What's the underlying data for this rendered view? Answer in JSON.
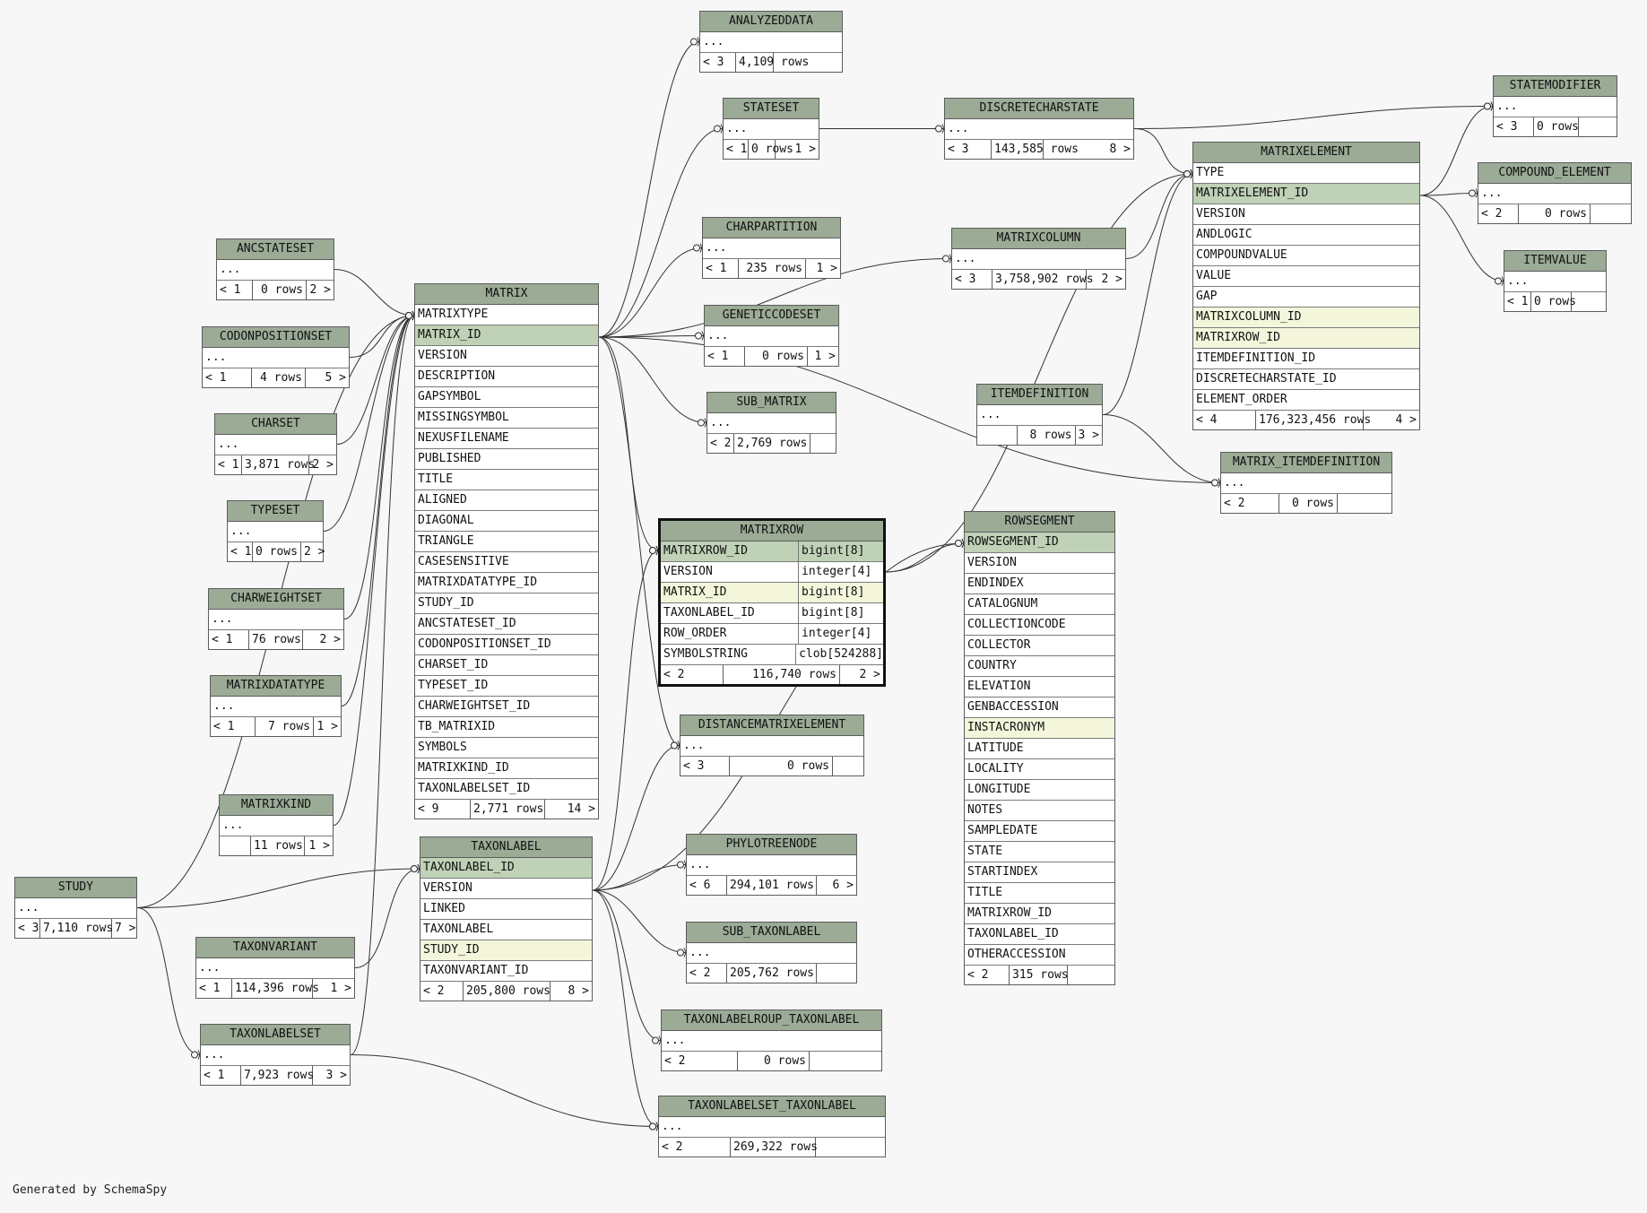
{
  "footer": "Generated by SchemaSpy",
  "colors": {
    "header": "#9bab96",
    "primary_key": "#bfd1b6",
    "foreign_key": "#f4f6dc",
    "edge": "#333333"
  },
  "tables": [
    {
      "id": "analyzeddata",
      "name": "ANALYZEDDATA",
      "ellipsis": "...",
      "parents": "< 3",
      "rows": "4,109 rows",
      "children": ""
    },
    {
      "id": "stateset",
      "name": "STATESET",
      "ellipsis": "...",
      "parents": "< 1",
      "rows": "0 rows",
      "children": "1 >"
    },
    {
      "id": "discretecharstate",
      "name": "DISCRETECHARSTATE",
      "ellipsis": "...",
      "parents": "< 3",
      "rows": "143,585 rows",
      "children": "8 >"
    },
    {
      "id": "statemodifier",
      "name": "STATEMODIFIER",
      "ellipsis": "...",
      "parents": "< 3",
      "rows": "0 rows",
      "children": ""
    },
    {
      "id": "compound_element",
      "name": "COMPOUND_ELEMENT",
      "ellipsis": "...",
      "parents": "< 2",
      "rows": "0 rows",
      "children": ""
    },
    {
      "id": "itemvalue",
      "name": "ITEMVALUE",
      "ellipsis": "...",
      "parents": "< 1",
      "rows": "0 rows",
      "children": ""
    },
    {
      "id": "charpartition",
      "name": "CHARPARTITION",
      "ellipsis": "...",
      "parents": "< 1",
      "rows": "235 rows",
      "children": "1 >"
    },
    {
      "id": "matrixcolumn",
      "name": "MATRIXCOLUMN",
      "ellipsis": "...",
      "parents": "< 3",
      "rows": "3,758,902 rows",
      "children": "2 >"
    },
    {
      "id": "geneticcodeset",
      "name": "GENETICCODESET",
      "ellipsis": "...",
      "parents": "< 1",
      "rows": "0 rows",
      "children": "1 >"
    },
    {
      "id": "sub_matrix",
      "name": "SUB_MATRIX",
      "ellipsis": "...",
      "parents": "< 2",
      "rows": "2,769 rows",
      "children": ""
    },
    {
      "id": "ancstateset",
      "name": "ANCSTATESET",
      "ellipsis": "...",
      "parents": "< 1",
      "rows": "0 rows",
      "children": "2 >"
    },
    {
      "id": "codonpositionset",
      "name": "CODONPOSITIONSET",
      "ellipsis": "...",
      "parents": "< 1",
      "rows": "4 rows",
      "children": "5 >"
    },
    {
      "id": "charset",
      "name": "CHARSET",
      "ellipsis": "...",
      "parents": "< 1",
      "rows": "3,871 rows",
      "children": "2 >"
    },
    {
      "id": "typeset",
      "name": "TYPESET",
      "ellipsis": "...",
      "parents": "< 1",
      "rows": "0 rows",
      "children": "2 >"
    },
    {
      "id": "charweightset",
      "name": "CHARWEIGHTSET",
      "ellipsis": "...",
      "parents": "< 1",
      "rows": "76 rows",
      "children": "2 >"
    },
    {
      "id": "matrixdatatype",
      "name": "MATRIXDATATYPE",
      "ellipsis": "...",
      "parents": "< 1",
      "rows": "7 rows",
      "children": "1 >"
    },
    {
      "id": "matrixkind",
      "name": "MATRIXKIND",
      "ellipsis": "...",
      "parents": "",
      "rows": "11 rows",
      "children": "1 >"
    },
    {
      "id": "study",
      "name": "STUDY",
      "ellipsis": "...",
      "parents": "< 3",
      "rows": "7,110 rows",
      "children": "7 >"
    },
    {
      "id": "taxonvariant",
      "name": "TAXONVARIANT",
      "ellipsis": "...",
      "parents": "< 1",
      "rows": "114,396 rows",
      "children": "1 >"
    },
    {
      "id": "taxonlabelset",
      "name": "TAXONLABELSET",
      "ellipsis": "...",
      "parents": "< 1",
      "rows": "7,923 rows",
      "children": "3 >"
    },
    {
      "id": "itemdefinition",
      "name": "ITEMDEFINITION",
      "ellipsis": "...",
      "parents": "",
      "rows": "8 rows",
      "children": "3 >"
    },
    {
      "id": "matrix_itemdefinition",
      "name": "MATRIX_ITEMDEFINITION",
      "ellipsis": "...",
      "parents": "< 2",
      "rows": "0 rows",
      "children": ""
    },
    {
      "id": "distancematrixelement",
      "name": "DISTANCEMATRIXELEMENT",
      "ellipsis": "...",
      "parents": "< 3",
      "rows": "0 rows",
      "children": ""
    },
    {
      "id": "phylotreenode",
      "name": "PHYLOTREENODE",
      "ellipsis": "...",
      "parents": "< 6",
      "rows": "294,101 rows",
      "children": "6 >"
    },
    {
      "id": "sub_taxonlabel",
      "name": "SUB_TAXONLABEL",
      "ellipsis": "...",
      "parents": "< 2",
      "rows": "205,762 rows",
      "children": ""
    },
    {
      "id": "taxonlabelroup_taxonlabel",
      "name": "TAXONLABELROUP_TAXONLABEL",
      "ellipsis": "...",
      "parents": "< 2",
      "rows": "0 rows",
      "children": ""
    },
    {
      "id": "taxonlabelset_taxonlabel",
      "name": "TAXONLABELSET_TAXONLABEL",
      "ellipsis": "...",
      "parents": "< 2",
      "rows": "269,322 rows",
      "children": ""
    },
    {
      "id": "matrix",
      "name": "MATRIX",
      "parents": "< 9",
      "rows": "2,771 rows",
      "children": "14 >",
      "columns": [
        {
          "name": "MATRIXTYPE",
          "kind": ""
        },
        {
          "name": "MATRIX_ID",
          "kind": "pk"
        },
        {
          "name": "VERSION",
          "kind": ""
        },
        {
          "name": "DESCRIPTION",
          "kind": ""
        },
        {
          "name": "GAPSYMBOL",
          "kind": ""
        },
        {
          "name": "MISSINGSYMBOL",
          "kind": ""
        },
        {
          "name": "NEXUSFILENAME",
          "kind": ""
        },
        {
          "name": "PUBLISHED",
          "kind": ""
        },
        {
          "name": "TITLE",
          "kind": ""
        },
        {
          "name": "ALIGNED",
          "kind": ""
        },
        {
          "name": "DIAGONAL",
          "kind": ""
        },
        {
          "name": "TRIANGLE",
          "kind": ""
        },
        {
          "name": "CASESENSITIVE",
          "kind": ""
        },
        {
          "name": "MATRIXDATATYPE_ID",
          "kind": ""
        },
        {
          "name": "STUDY_ID",
          "kind": ""
        },
        {
          "name": "ANCSTATESET_ID",
          "kind": ""
        },
        {
          "name": "CODONPOSITIONSET_ID",
          "kind": ""
        },
        {
          "name": "CHARSET_ID",
          "kind": ""
        },
        {
          "name": "TYPESET_ID",
          "kind": ""
        },
        {
          "name": "CHARWEIGHTSET_ID",
          "kind": ""
        },
        {
          "name": "TB_MATRIXID",
          "kind": ""
        },
        {
          "name": "SYMBOLS",
          "kind": ""
        },
        {
          "name": "MATRIXKIND_ID",
          "kind": ""
        },
        {
          "name": "TAXONLABELSET_ID",
          "kind": ""
        }
      ]
    },
    {
      "id": "matrixelement",
      "name": "MATRIXELEMENT",
      "parents": "< 4",
      "rows": "176,323,456 rows",
      "children": "4 >",
      "columns": [
        {
          "name": "TYPE",
          "kind": ""
        },
        {
          "name": "MATRIXELEMENT_ID",
          "kind": "pk"
        },
        {
          "name": "VERSION",
          "kind": ""
        },
        {
          "name": "ANDLOGIC",
          "kind": ""
        },
        {
          "name": "COMPOUNDVALUE",
          "kind": ""
        },
        {
          "name": "VALUE",
          "kind": ""
        },
        {
          "name": "GAP",
          "kind": ""
        },
        {
          "name": "MATRIXCOLUMN_ID",
          "kind": "fk"
        },
        {
          "name": "MATRIXROW_ID",
          "kind": "fk"
        },
        {
          "name": "ITEMDEFINITION_ID",
          "kind": ""
        },
        {
          "name": "DISCRETECHARSTATE_ID",
          "kind": ""
        },
        {
          "name": "ELEMENT_ORDER",
          "kind": ""
        }
      ]
    },
    {
      "id": "matrixrow",
      "name": "MATRIXROW",
      "parents": "< 2",
      "rows": "116,740 rows",
      "children": "2 >",
      "selected": true,
      "columns": [
        {
          "name": "MATRIXROW_ID",
          "type": "bigint[8]",
          "kind": "pk"
        },
        {
          "name": "VERSION",
          "type": "integer[4]",
          "kind": ""
        },
        {
          "name": "MATRIX_ID",
          "type": "bigint[8]",
          "kind": "fk"
        },
        {
          "name": "TAXONLABEL_ID",
          "type": "bigint[8]",
          "kind": ""
        },
        {
          "name": "ROW_ORDER",
          "type": "integer[4]",
          "kind": ""
        },
        {
          "name": "SYMBOLSTRING",
          "type": "clob[524288]",
          "kind": ""
        }
      ]
    },
    {
      "id": "rowsegment",
      "name": "ROWSEGMENT",
      "parents": "< 2",
      "rows": "315 rows",
      "children": "",
      "columns": [
        {
          "name": "ROWSEGMENT_ID",
          "kind": "pk"
        },
        {
          "name": "VERSION",
          "kind": ""
        },
        {
          "name": "ENDINDEX",
          "kind": ""
        },
        {
          "name": "CATALOGNUM",
          "kind": ""
        },
        {
          "name": "COLLECTIONCODE",
          "kind": ""
        },
        {
          "name": "COLLECTOR",
          "kind": ""
        },
        {
          "name": "COUNTRY",
          "kind": ""
        },
        {
          "name": "ELEVATION",
          "kind": ""
        },
        {
          "name": "GENBACCESSION",
          "kind": ""
        },
        {
          "name": "INSTACRONYM",
          "kind": "fk"
        },
        {
          "name": "LATITUDE",
          "kind": ""
        },
        {
          "name": "LOCALITY",
          "kind": ""
        },
        {
          "name": "LONGITUDE",
          "kind": ""
        },
        {
          "name": "NOTES",
          "kind": ""
        },
        {
          "name": "SAMPLEDATE",
          "kind": ""
        },
        {
          "name": "STATE",
          "kind": ""
        },
        {
          "name": "STARTINDEX",
          "kind": ""
        },
        {
          "name": "TITLE",
          "kind": ""
        },
        {
          "name": "MATRIXROW_ID",
          "kind": ""
        },
        {
          "name": "TAXONLABEL_ID",
          "kind": ""
        },
        {
          "name": "OTHERACCESSION",
          "kind": ""
        }
      ]
    },
    {
      "id": "taxonlabel",
      "name": "TAXONLABEL",
      "parents": "< 2",
      "rows": "205,800 rows",
      "children": "8 >",
      "columns": [
        {
          "name": "TAXONLABEL_ID",
          "kind": "pk"
        },
        {
          "name": "VERSION",
          "kind": ""
        },
        {
          "name": "LINKED",
          "kind": ""
        },
        {
          "name": "TAXONLABEL",
          "kind": ""
        },
        {
          "name": "STUDY_ID",
          "kind": "fk"
        },
        {
          "name": "TAXONVARIANT_ID",
          "kind": ""
        }
      ]
    }
  ],
  "relationships": [
    [
      "matrix",
      "analyzeddata"
    ],
    [
      "matrix",
      "stateset"
    ],
    [
      "matrix",
      "charpartition"
    ],
    [
      "matrix",
      "matrixcolumn"
    ],
    [
      "matrix",
      "geneticcodeset"
    ],
    [
      "matrix",
      "sub_matrix"
    ],
    [
      "matrix",
      "matrixrow"
    ],
    [
      "matrix",
      "matrix_itemdefinition"
    ],
    [
      "matrix",
      "distancematrixelement"
    ],
    [
      "stateset",
      "discretecharstate"
    ],
    [
      "discretecharstate",
      "statemodifier"
    ],
    [
      "discretecharstate",
      "matrixelement"
    ],
    [
      "matrixelement",
      "statemodifier"
    ],
    [
      "matrixelement",
      "compound_element"
    ],
    [
      "matrixelement",
      "itemvalue"
    ],
    [
      "matrixcolumn",
      "matrixelement"
    ],
    [
      "matrixrow",
      "matrixelement"
    ],
    [
      "itemdefinition",
      "matrixelement"
    ],
    [
      "itemdefinition",
      "matrix_itemdefinition"
    ],
    [
      "matrixrow",
      "rowsegment"
    ],
    [
      "taxonlabel",
      "matrixrow"
    ],
    [
      "taxonlabel",
      "rowsegment"
    ],
    [
      "taxonlabel",
      "phylotreenode"
    ],
    [
      "taxonlabel",
      "sub_taxonlabel"
    ],
    [
      "taxonlabel",
      "taxonlabelroup_taxonlabel"
    ],
    [
      "taxonlabel",
      "taxonlabelset_taxonlabel"
    ],
    [
      "taxonlabel",
      "distancematrixelement"
    ],
    [
      "taxonlabelset",
      "taxonlabelset_taxonlabel"
    ],
    [
      "taxonlabelset",
      "matrix"
    ],
    [
      "study",
      "taxonlabel"
    ],
    [
      "study",
      "taxonlabelset"
    ],
    [
      "study",
      "matrix"
    ],
    [
      "taxonvariant",
      "taxonlabel"
    ],
    [
      "matrixkind",
      "matrix"
    ],
    [
      "matrixdatatype",
      "matrix"
    ],
    [
      "ancstateset",
      "matrix"
    ],
    [
      "codonpositionset",
      "matrix"
    ],
    [
      "charset",
      "matrix"
    ],
    [
      "typeset",
      "matrix"
    ],
    [
      "charweightset",
      "matrix"
    ]
  ]
}
